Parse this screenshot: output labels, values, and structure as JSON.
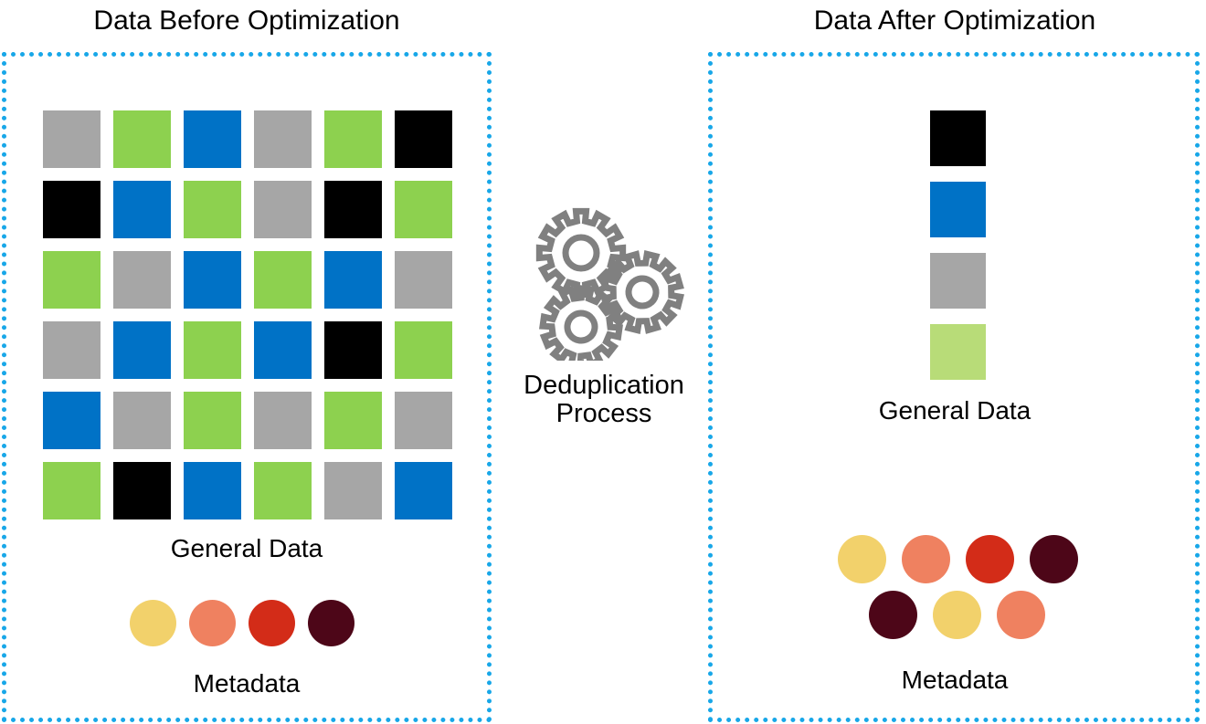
{
  "diagram": {
    "title_left": "Data Before Optimization",
    "title_right": "Data After Optimization",
    "accent_border_color": "#18a7e8",
    "gear_color": "#808080"
  },
  "process": {
    "label": "Deduplication\nProcess",
    "icon": "gears-icon",
    "gear_count": 3
  },
  "before": {
    "general_data_label": "General Data",
    "metadata_label": "Metadata",
    "palette": {
      "gray": "#a6a6a6",
      "green": "#8dd14f",
      "blue": "#0072c6",
      "black": "#000000"
    },
    "grid": {
      "columns": 6,
      "rows": 6,
      "cells": [
        [
          "gray",
          "green",
          "blue",
          "gray",
          "green",
          "black"
        ],
        [
          "black",
          "blue",
          "green",
          "gray",
          "black",
          "green"
        ],
        [
          "green",
          "gray",
          "blue",
          "green",
          "blue",
          "gray"
        ],
        [
          "gray",
          "blue",
          "green",
          "blue",
          "black",
          "green"
        ],
        [
          "blue",
          "gray",
          "green",
          "gray",
          "green",
          "gray"
        ],
        [
          "green",
          "black",
          "blue",
          "green",
          "gray",
          "blue"
        ]
      ]
    },
    "metadata_palette": {
      "yellow": "#f2d16b",
      "salmon": "#ef8160",
      "red": "#d32c18",
      "maroon": "#4d0618"
    },
    "metadata_dots": [
      "yellow",
      "salmon",
      "red",
      "maroon"
    ]
  },
  "after": {
    "general_data_label": "General Data",
    "metadata_label": "Metadata",
    "palette": {
      "black": "#000000",
      "blue": "#0072c6",
      "gray": "#a6a6a6",
      "green": "#b8dc78"
    },
    "column": [
      "black",
      "blue",
      "gray",
      "green"
    ],
    "metadata_palette": {
      "yellow": "#f2d16b",
      "salmon": "#ef8160",
      "red": "#d32c18",
      "maroon": "#4d0618"
    },
    "metadata_rows": [
      [
        "yellow",
        "salmon",
        "red",
        "maroon"
      ],
      [
        "maroon",
        "yellow",
        "salmon"
      ]
    ]
  }
}
